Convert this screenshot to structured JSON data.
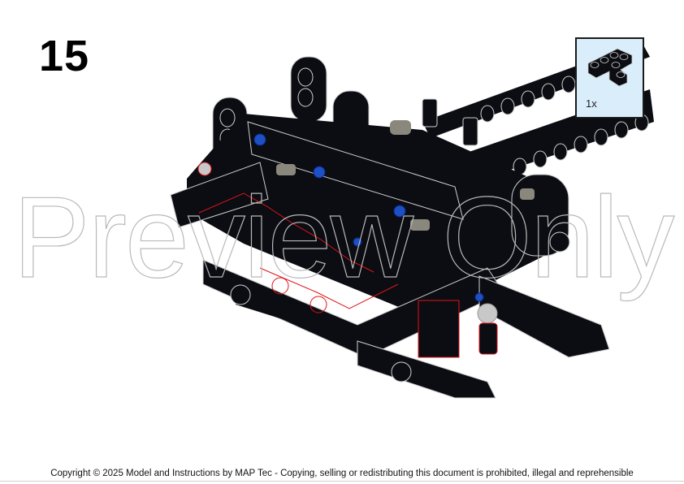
{
  "page": {
    "step_number": "15",
    "watermark": "Preview Only",
    "copyright": "Copyright © 2025 Model and Instructions by MAP Tec - Copying, selling or redistributing this document is prohibited, illegal and reprehensible"
  },
  "parts_callout": {
    "items": [
      {
        "part": "T-shaped liftarm (black)",
        "icon": "t-liftarm-icon",
        "quantity": "1x"
      }
    ],
    "background": "#d9edfb",
    "border": "#1a1a1a"
  },
  "model": {
    "description": "Technic assembly of black liftarms, gear racks, blue pins, tan axle connectors and grey ball joint",
    "colors": {
      "beam": "#0b0d12",
      "beam_outline": "#d0d0d0",
      "pin_blue": "#1f4fc4",
      "connector_tan": "#8a877c",
      "highlight_red": "#e0141a",
      "ball": "#c8c8c8"
    }
  }
}
